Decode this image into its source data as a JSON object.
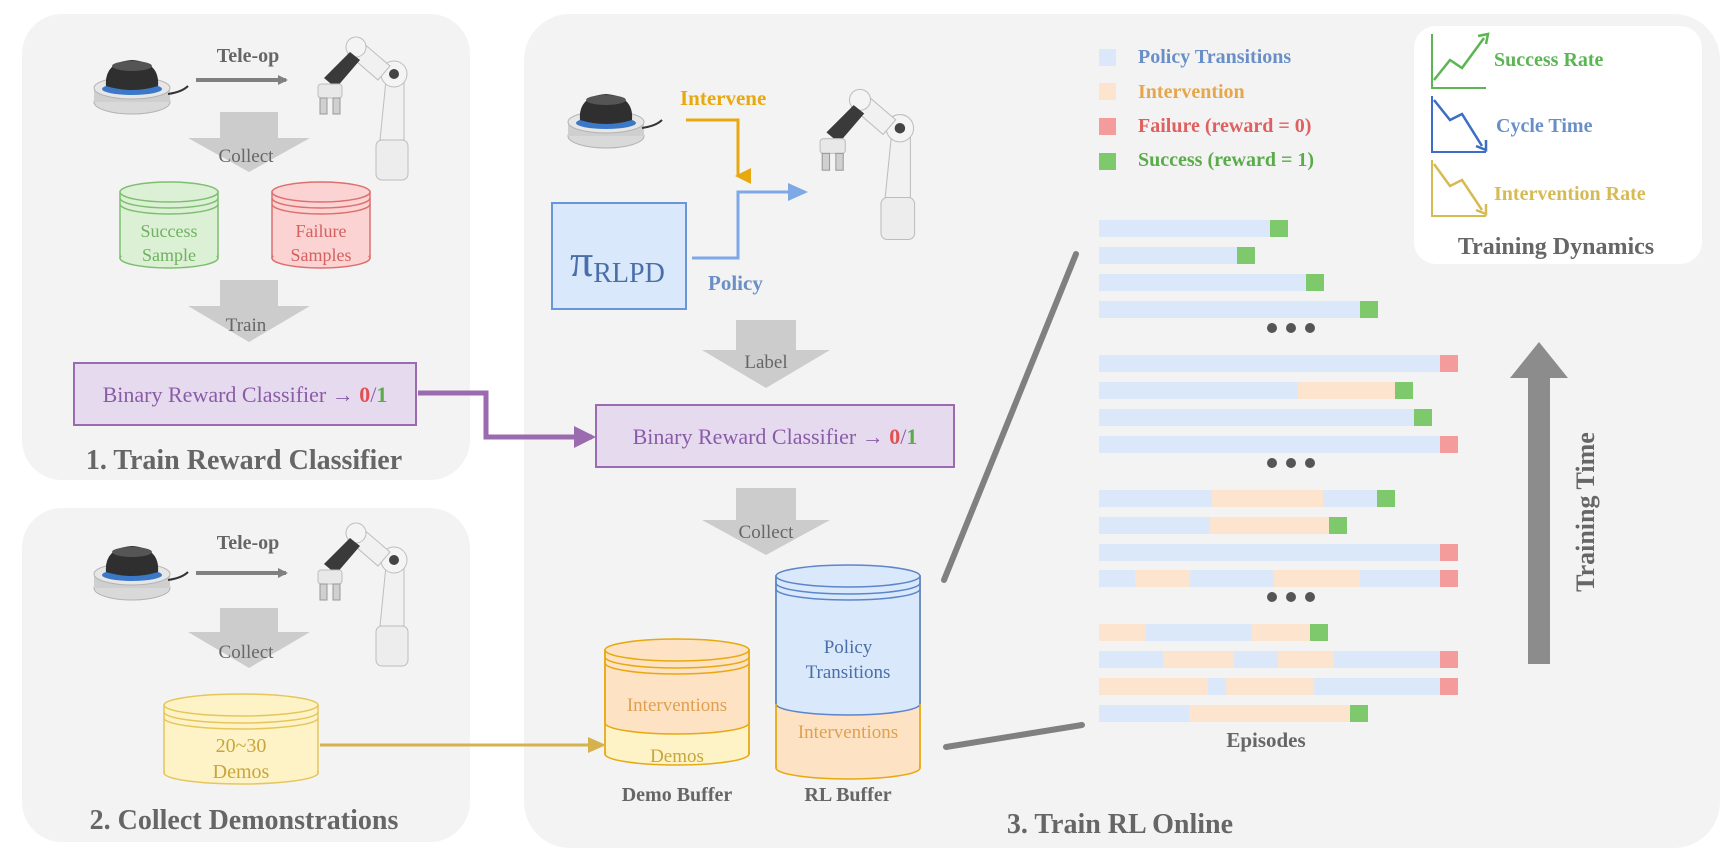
{
  "panel1": {
    "title": "1. Train Reward Classifier",
    "teleop": "Tele-op",
    "collect": "Collect",
    "success_db": [
      "Success",
      "Sample"
    ],
    "failure_db": [
      "Failure",
      "Samples"
    ],
    "train": "Train",
    "classifier": {
      "text": "Binary Reward Classifier → ",
      "zero": "0",
      "slash": "/",
      "one": "1"
    }
  },
  "panel2": {
    "title": "2. Collect Demonstrations",
    "teleop": "Tele-op",
    "collect": "Collect",
    "demos_db": [
      "20~30",
      "Demos"
    ]
  },
  "panel3": {
    "title": "3. Train RL Online",
    "intervene": "Intervene",
    "policy": "Policy",
    "pi": "π",
    "pi_sub": "RLPD",
    "label": "Label",
    "classifier": {
      "text": "Binary Reward Classifier → ",
      "zero": "0",
      "slash": "/",
      "one": "1"
    },
    "collect": "Collect",
    "demo_buffer": {
      "caption": "Demo Buffer",
      "top": "Interventions",
      "bottom": "Demos"
    },
    "rl_buffer": {
      "caption": "RL Buffer",
      "top": [
        "Policy",
        "Transitions"
      ],
      "bottom": "Interventions"
    },
    "episodes_label": "Episodes",
    "training_time": "Training Time"
  },
  "legend": {
    "items": [
      {
        "label": "Policy Transitions",
        "color": "#dbe8fa",
        "text_color": "#6a8fc7"
      },
      {
        "label": "Intervention",
        "color": "#fde4cf",
        "text_color": "#e8a64a"
      },
      {
        "label": "Failure (reward = 0)",
        "color": "#f49b9b",
        "text_color": "#e06060"
      },
      {
        "label": "Success (reward = 1)",
        "color": "#7dc96b",
        "text_color": "#5aab4a"
      }
    ]
  },
  "dynamics": {
    "title": "Training Dynamics",
    "items": [
      {
        "label": "Success Rate",
        "color": "#5ab552",
        "trend": "up"
      },
      {
        "label": "Cycle Time",
        "color": "#3b6ec4",
        "trend": "down"
      },
      {
        "label": "Intervention Rate",
        "color": "#d6bb55",
        "trend": "down"
      }
    ]
  },
  "colors": {
    "policy": "#dbe8fa",
    "intervention": "#fde4cf",
    "failure": "#f49b9b",
    "success": "#7dc96b",
    "purple": "#9b6bb0",
    "orange": "#e8a80f",
    "blue_arrow": "#7fa9e6",
    "gray": "#8c8c8c"
  }
}
